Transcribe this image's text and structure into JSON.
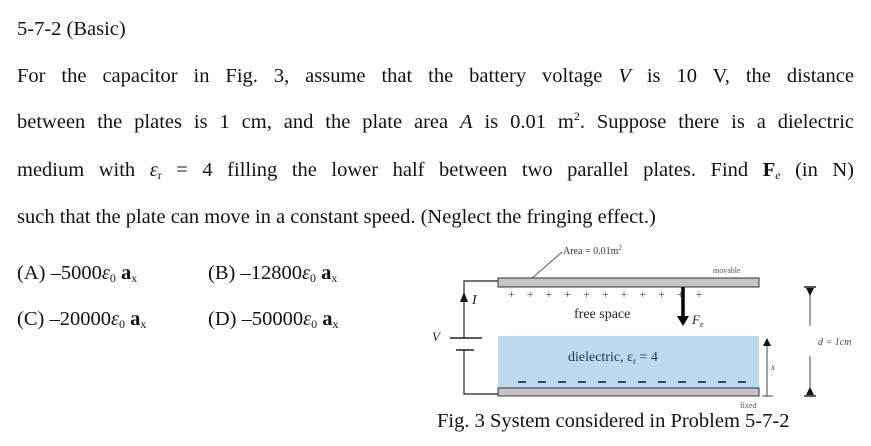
{
  "problem": {
    "id": "5-7-2",
    "level": "(Basic)",
    "lines": {
      "l1_a": "For the capacitor in Fig. 3, assume that the battery voltage ",
      "l1_V": "V",
      "l1_b": " is 10 V, the distance",
      "l2_a": "between the plates is 1 cm, and the plate area ",
      "l2_A": "A",
      "l2_b": " is 0.01 m",
      "l2_sup": "2",
      "l2_c": ". Suppose there is a dielectric",
      "l3_a": "medium with ",
      "l3_eps": "ε",
      "l3_sub": "r",
      "l3_b": " = 4 filling the lower half between two parallel plates. Find ",
      "l3_F": "F",
      "l3_Fsub": "e",
      "l3_c": " (in N)",
      "l4": "such that the plate can move in a constant speed. (Neglect the fringing effect.)"
    }
  },
  "options": [
    {
      "label": "(A)",
      "value": "–5000",
      "eps": "ε",
      "eps_sub": "0",
      "unit": "a",
      "unit_sub": "x"
    },
    {
      "label": "(B)",
      "value": "–12800",
      "eps": "ε",
      "eps_sub": "0",
      "unit": "a",
      "unit_sub": "x"
    },
    {
      "label": "(C)",
      "value": "–20000",
      "eps": "ε",
      "eps_sub": "0",
      "unit": "a",
      "unit_sub": "x"
    },
    {
      "label": "(D)",
      "value": "–50000",
      "eps": "ε",
      "eps_sub": "0",
      "unit": "a",
      "unit_sub": "x"
    }
  ],
  "figure": {
    "area_label": "Area = 0.01m",
    "area_sup": "2",
    "movable_label": "movable",
    "fixed_label": "fixed",
    "current_label": "I",
    "voltage_label": "V",
    "free_space_label": "free space",
    "force_label": "F",
    "force_sub": "e",
    "dielectric_label": "dielectric, ε",
    "dielectric_sub": "r",
    "dielectric_value": " = 4",
    "x_label": "x",
    "d_label": "d = 1cm",
    "plus_signs": "+ + + + + + + + + + +",
    "colors": {
      "plate": "#c4c4c4",
      "dielectric": "#bcd9ee",
      "charge_minus": "#2a4a6a"
    },
    "caption": "Fig. 3 System considered in Problem 5-7-2"
  }
}
